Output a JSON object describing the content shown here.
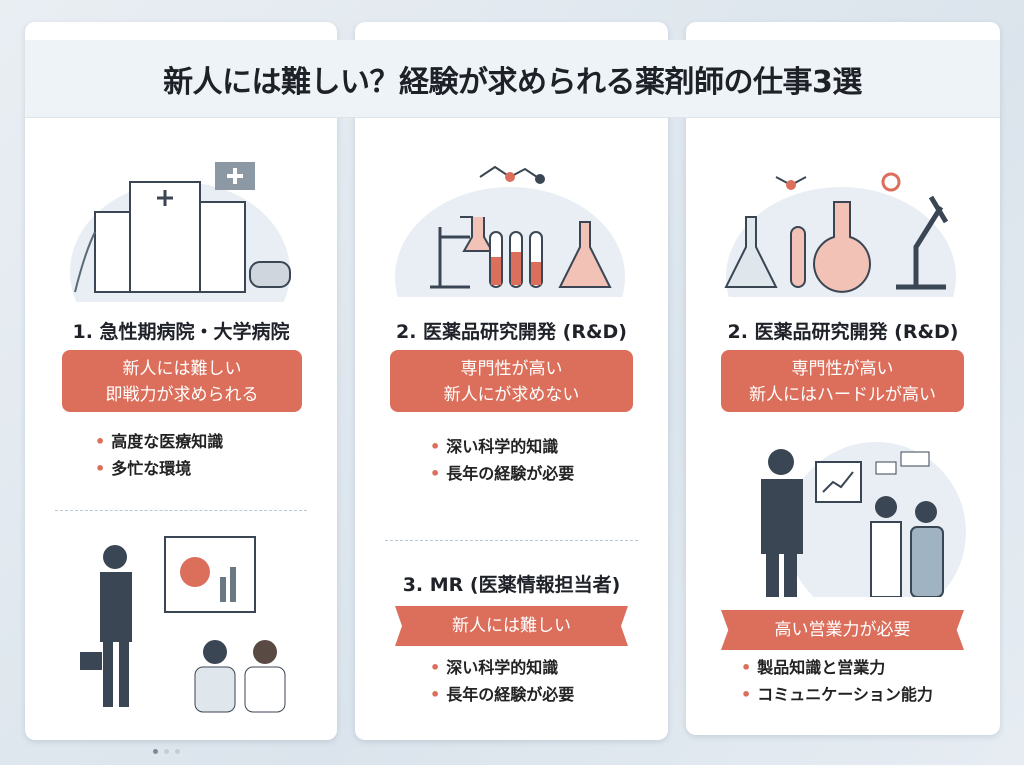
{
  "title": "新人には難しい？経験が求められる薬剤師の仕事3選",
  "columns": [
    {
      "heading": "1. 急性期病院・大学病院",
      "box": [
        "新人には難しい",
        "即戦力が求められる"
      ],
      "bullets": [
        "高度な医療知識",
        "多忙な環境"
      ]
    },
    {
      "heading": "2. 医薬品研究開発 (R&D)",
      "box": [
        "専門性が高い",
        "新人にが求めない"
      ],
      "bullets": [
        "深い科学的知識",
        "長年の経験が必要"
      ],
      "sub": {
        "heading": "3. MR (医薬情報担当者)",
        "ribbon": "新人には難しい",
        "bullets": [
          "深い科学的知識",
          "長年の経験が必要"
        ]
      }
    },
    {
      "heading": "2. 医薬品研究開発 (R&D)",
      "box": [
        "専門性が高い",
        "新人にはハードルが高い"
      ],
      "ribbon": "高い営業力が必要",
      "bullets": [
        "製品知識と営業力",
        "コミュニケーション能力"
      ]
    }
  ],
  "colors": {
    "accent": "#dc6f5b",
    "navy": "#3b4654"
  }
}
